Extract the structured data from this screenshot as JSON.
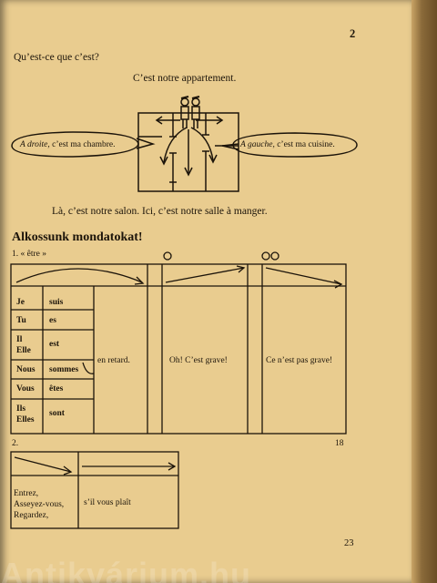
{
  "page": {
    "top_number": "2",
    "bottom_left_number": "18",
    "bottom_number": "23"
  },
  "dialogue": {
    "question": "Qu’est-ce que c’est?",
    "answer": "C’est notre appartement.",
    "left_bubble_italic": "A droite,",
    "left_bubble_rest": " c’est ma chambre.",
    "right_bubble_italic": "A gauche,",
    "right_bubble_rest": " c’est ma cuisine.",
    "caption": "Là, c’est notre salon. Ici, c’est notre salle à manger."
  },
  "exercise": {
    "heading": "Alkossunk mondatokat!",
    "table1": {
      "label": "1. « être »",
      "pronouns": [
        "Je",
        "Tu",
        "Il\nElle",
        "Nous",
        "Vous",
        "Ils\nElles"
      ],
      "verbs": [
        "suis",
        "es",
        "est",
        "sommes",
        "êtes",
        "sont"
      ],
      "complement": "en retard.",
      "reaction_one": "Oh! C’est grave!",
      "reaction_two": "Ce n’est pas grave!"
    },
    "table2": {
      "label": "2.",
      "verbs": "Entrez,\nAsseyez-vous,\nRegardez,",
      "complement": "s’il vous plaît"
    }
  },
  "watermark": "Antikvárium.hu"
}
